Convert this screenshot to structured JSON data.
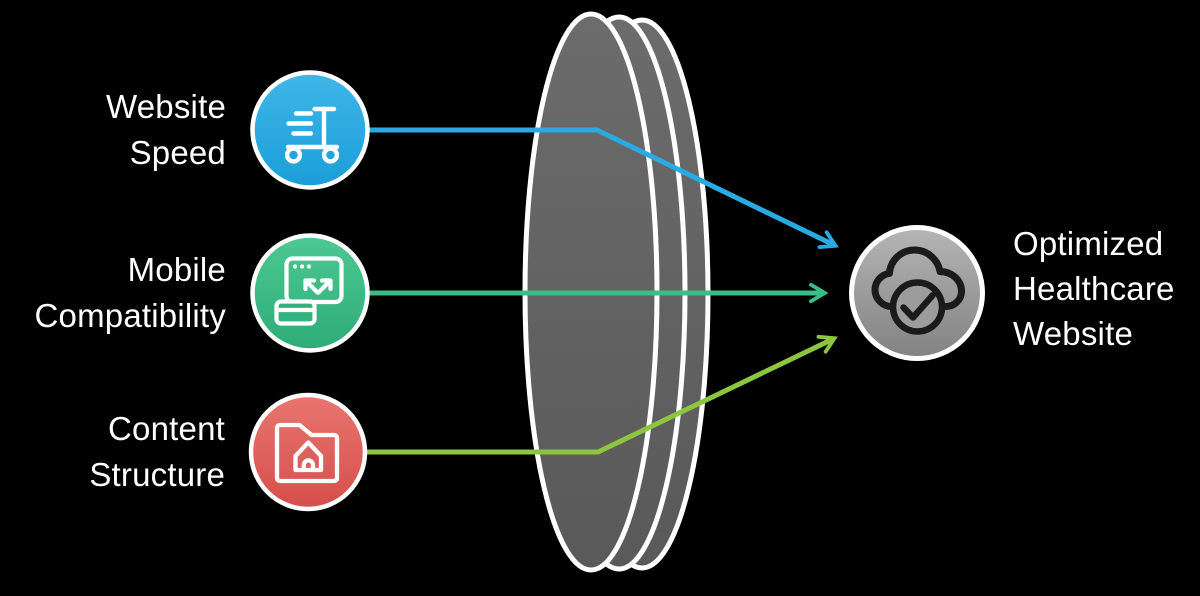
{
  "diagram": {
    "background": "#000000",
    "lens": {
      "name": "focusing-lens",
      "fill": "#646464",
      "outline": "#ffffff"
    },
    "inputs": [
      {
        "label_lines": [
          "Website",
          "Speed"
        ],
        "icon": "scooter-icon",
        "color": "#29ABE2"
      },
      {
        "label_lines": [
          "Mobile",
          "Compatibility"
        ],
        "icon": "responsive-browser-icon",
        "color": "#3BBD8A"
      },
      {
        "label_lines": [
          "Content",
          "Structure"
        ],
        "icon": "folder-home-icon",
        "color": "#E0605B"
      }
    ],
    "arrows": [
      {
        "from": "Website Speed",
        "to": "Optimized Healthcare Website",
        "color": "#29ABE2"
      },
      {
        "from": "Mobile Compatibility",
        "to": "Optimized Healthcare Website",
        "color": "#3BBD8A"
      },
      {
        "from": "Content Structure",
        "to": "Optimized Healthcare Website",
        "color": "#8CC63F"
      }
    ],
    "output": {
      "label_lines": [
        "Optimized",
        "Healthcare",
        "Website"
      ],
      "icon": "cloud-check-icon",
      "color": "#A5A5A5"
    }
  }
}
